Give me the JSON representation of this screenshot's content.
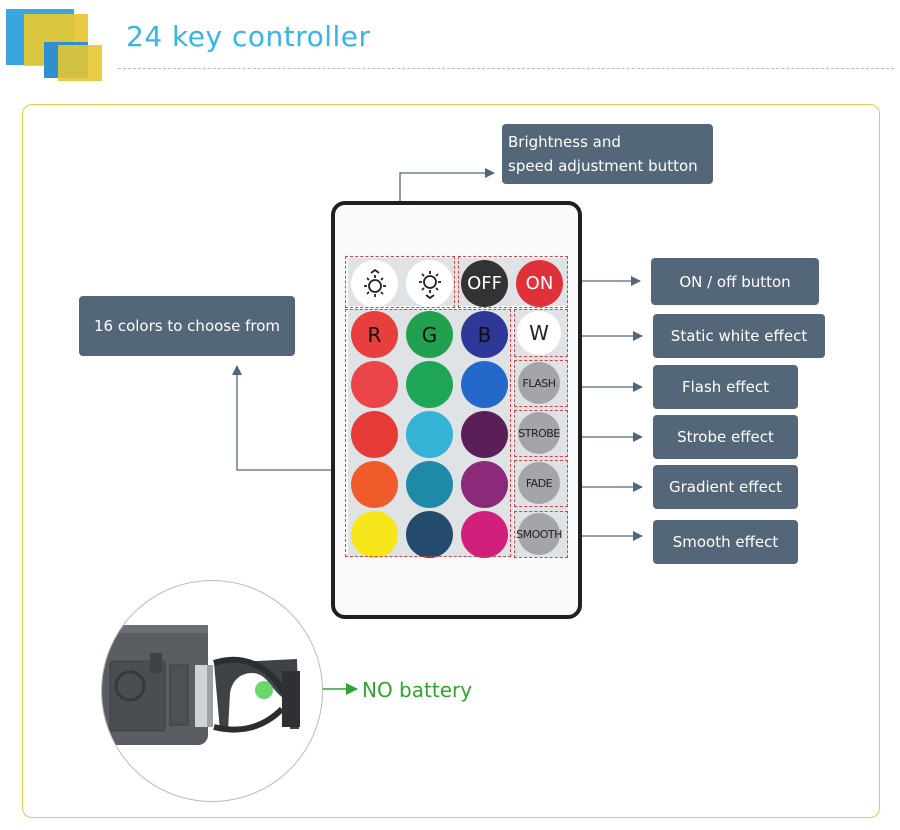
{
  "header": {
    "title": "24 key controller",
    "logo_colors": [
      "#3aa6de",
      "#e6c732",
      "#2f8fcf"
    ]
  },
  "callouts": {
    "brightness": [
      "Brightness and",
      "speed adjustment button"
    ],
    "colors": "16 colors to choose from",
    "onoff": "ON / off button",
    "white": "Static white effect",
    "flash": "Flash effect",
    "strobe": "Strobe effect",
    "gradient": "Gradient effect",
    "smooth": "Smooth effect"
  },
  "remote": {
    "power_off_label": "OFF",
    "power_on_label": "ON",
    "brightness_up_icon": "brightness-up-icon",
    "brightness_down_icon": "brightness-down-icon",
    "color_rows": [
      [
        {
          "label": "R",
          "color": "#e83e3e"
        },
        {
          "label": "G",
          "color": "#22a04f"
        },
        {
          "label": "B",
          "color": "#2e3896"
        }
      ],
      [
        {
          "label": "",
          "color": "#ea4549"
        },
        {
          "label": "",
          "color": "#1fa558"
        },
        {
          "label": "",
          "color": "#2468c9"
        }
      ],
      [
        {
          "label": "",
          "color": "#e63a36"
        },
        {
          "label": "",
          "color": "#35b3d6"
        },
        {
          "label": "",
          "color": "#5a1e58"
        }
      ],
      [
        {
          "label": "",
          "color": "#ef5b2a"
        },
        {
          "label": "",
          "color": "#1f8aa8"
        },
        {
          "label": "",
          "color": "#8a2a78"
        }
      ],
      [
        {
          "label": "",
          "color": "#f7e61a"
        },
        {
          "label": "",
          "color": "#244a6c"
        },
        {
          "label": "",
          "color": "#d1207c"
        }
      ]
    ],
    "white_label": "W",
    "effects": [
      "FLASH",
      "STROBE",
      "FADE",
      "SMOOTH"
    ]
  },
  "battery": {
    "label": "NO battery",
    "text_color": "#2fa52f"
  }
}
